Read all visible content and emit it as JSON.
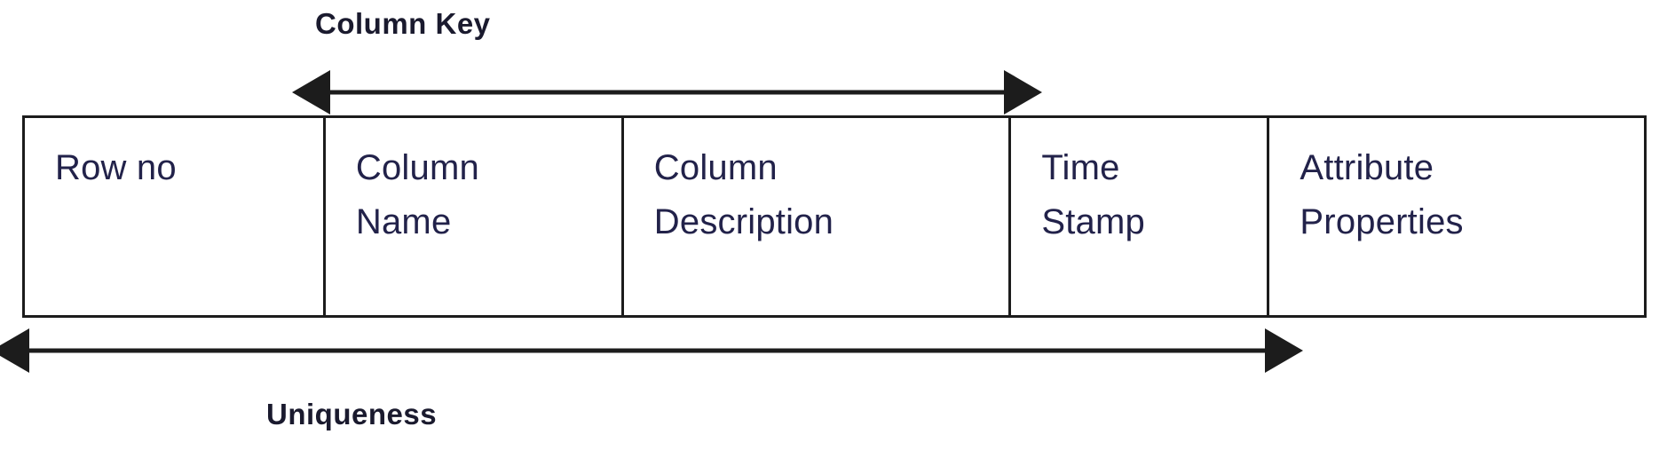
{
  "diagram": {
    "title_top": "Column Key",
    "title_bottom": "Uniqueness",
    "colors": {
      "text": "#22224a",
      "label": "#1a1a2e",
      "border": "#1c1c1c",
      "arrow": "#1c1c1c",
      "background": "#ffffff"
    },
    "table": {
      "columns": [
        {
          "line1": "Row no",
          "line2": ""
        },
        {
          "line1": "Column",
          "line2": "Name"
        },
        {
          "line1": "Column",
          "line2": "Description"
        },
        {
          "line1": "Time",
          "line2": "Stamp"
        },
        {
          "line1": "Attribute",
          "line2": "Properties"
        }
      ]
    },
    "annotations": [
      {
        "name": "column-key-span",
        "label": "Column Key",
        "position": "above",
        "spans_columns": [
          "Column Name",
          "Column Description",
          "Time Stamp"
        ],
        "arrow_style": "double-headed"
      },
      {
        "name": "uniqueness-span",
        "label": "Uniqueness",
        "position": "below",
        "spans_columns": [
          "Row no",
          "Column Name",
          "Column Description",
          "Time Stamp"
        ],
        "arrow_style": "double-headed"
      }
    ]
  }
}
